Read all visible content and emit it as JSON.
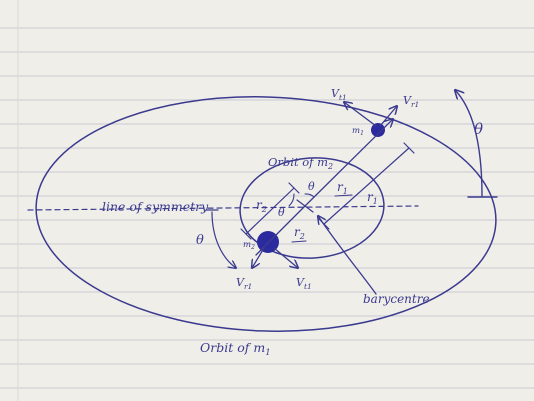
{
  "colors": {
    "paper": "#efeee9",
    "rule_line": "#c9c9d2",
    "margin_fold": "#d9d8d2",
    "ink": "#3b3a8f",
    "mass_fill": "#2b2a9e"
  },
  "labels": {
    "line_of_symmetry": "line of symmetry",
    "orbit_m2": "Orbit of m",
    "orbit_m2_sub": "2",
    "orbit_m1": "Orbit of m",
    "orbit_m1_sub": "1",
    "barycentre": "barycentre",
    "theta": "θ",
    "m1": "m",
    "m1_sub": "1",
    "m2": "m",
    "m2_sub": "2",
    "vt1": "V",
    "vt1_sub": "t1",
    "vr1": "V",
    "vr1_sub": "r1",
    "vr2": "V",
    "vr2_sub": "r1",
    "vt2": "V",
    "vt2_sub": "t1",
    "r1_vec": "r",
    "r1_vec_sub": "1",
    "r2_vec": "r",
    "r2_vec_sub": "2",
    "r1_dim": "r",
    "r1_dim_sub": "1",
    "r2_dim": "r",
    "r2_dim_sub": "2"
  }
}
